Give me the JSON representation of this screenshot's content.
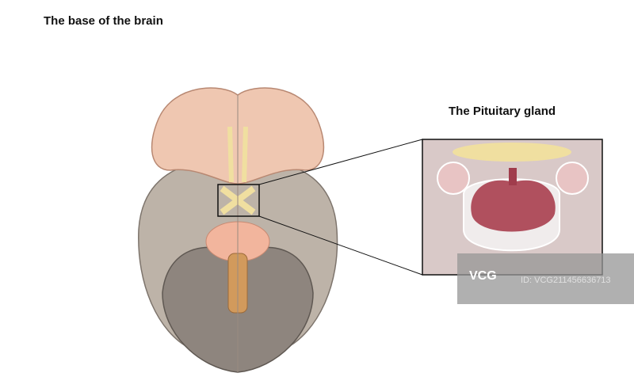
{
  "titles": {
    "main": "The base of the brain",
    "inset": "The Pituitary gland"
  },
  "watermark": {
    "logo": "VCG",
    "id": "ID: VCG211456636713"
  },
  "colors": {
    "frontal": "#efc7b1",
    "temporal": "#bdb3a8",
    "cerebellum": "#8e857e",
    "gland": "#b0505e",
    "optic": "#f0dfa0"
  }
}
